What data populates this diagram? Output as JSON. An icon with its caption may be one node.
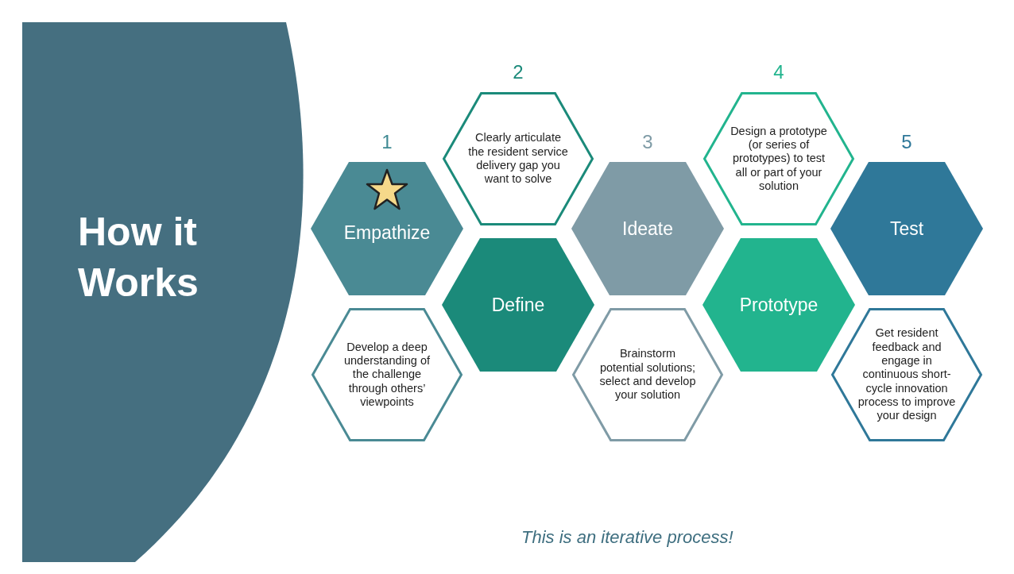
{
  "diagram": {
    "caption": "This is an iterative process!",
    "nodes": [
      {
        "text": [
          "How it Works"
        ]
      },
      {
        "text": [
          "1",
          "Empathize"
        ]
      },
      {
        "text": [
          "Develop a deep understanding of the challenge through others’ viewpoints"
        ]
      },
      {
        "text": [
          "2",
          "Clearly articulate the resident service delivery gap you want to solve"
        ]
      },
      {
        "text": [
          "Define"
        ]
      },
      {
        "text": [
          "3",
          "Ideate"
        ]
      },
      {
        "text": [
          "Brainstorm potential solutions; select and develop your solution"
        ]
      },
      {
        "text": [
          "4",
          "Design a prototype (or series of prototypes) to test all or part of your solution"
        ]
      },
      {
        "text": [
          "Prototype"
        ]
      },
      {
        "text": [
          "5",
          "Test"
        ]
      },
      {
        "text": [
          "Get resident feedback and engage in continuous short-cycle innovation process to improve your design"
        ]
      }
    ],
    "edges": []
  }
}
